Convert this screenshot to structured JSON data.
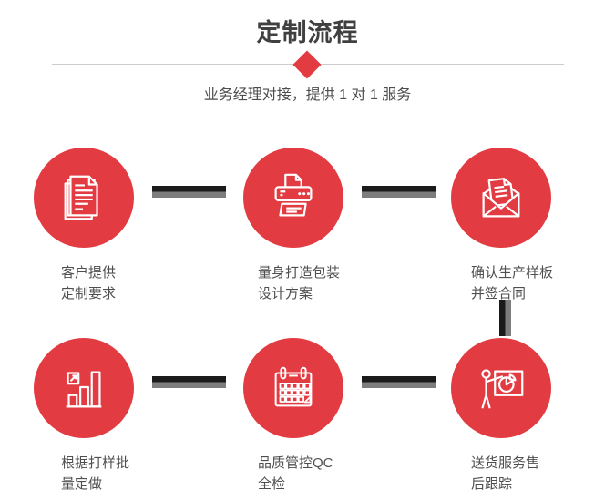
{
  "header": {
    "title": "定制流程",
    "subtitle": "业务经理对接，提供 1 对 1 服务"
  },
  "steps": [
    {
      "icon": "documents-icon",
      "label_line1": "客户提供",
      "label_line2": "定制要求"
    },
    {
      "icon": "printer-icon",
      "label_line1": "量身打造包装",
      "label_line2": "设计方案"
    },
    {
      "icon": "envelope-icon",
      "label_line1": "确认生产样板",
      "label_line2": "并签合同"
    },
    {
      "icon": "bar-chart-icon",
      "label_line1": "根据打样批",
      "label_line2": "量定做"
    },
    {
      "icon": "calendar-icon",
      "label_line1": "品质管控QC",
      "label_line2": "全检"
    },
    {
      "icon": "presentation-icon",
      "label_line1": "送货服务售",
      "label_line2": "后跟踪"
    }
  ],
  "colors": {
    "accent_red": "#e23b42",
    "connector_dark": "#1b1b1b",
    "connector_gray": "#7d7d7d",
    "divider_gray": "#cccccc",
    "title_text": "#404040",
    "body_text": "#4f4f4f"
  }
}
